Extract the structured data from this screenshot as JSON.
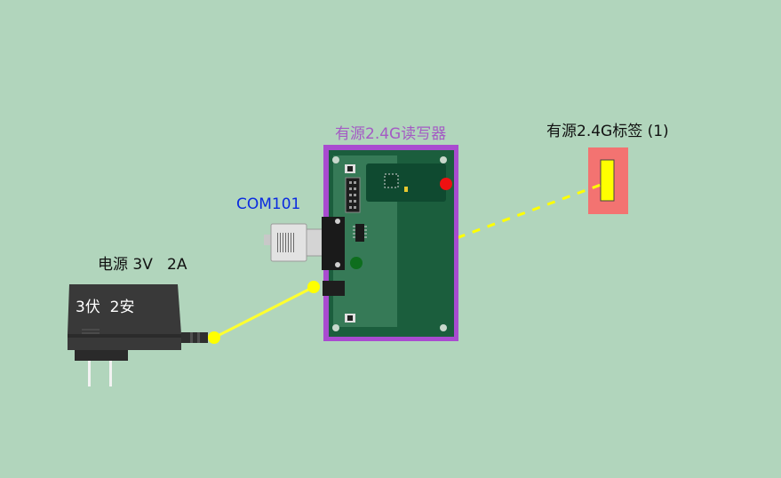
{
  "reader": {
    "label": "有源2.4G读写器",
    "label_color": "#a45bc4",
    "frame_color": "#a94bd0",
    "board_color": "#1b5e3d",
    "led_red": "#ee1111",
    "led_green": "#0e6e1e"
  },
  "tag": {
    "label": "有源2.4G标签 (1)",
    "body_color": "#f37371",
    "indicator_color": "#ffff00"
  },
  "com_port": {
    "label": "COM101",
    "label_color": "#0a2be0"
  },
  "power_supply": {
    "label": "电源 3V   2A",
    "body_text": "3伏  2安"
  },
  "connections": {
    "power_cable_color": "#ffff2e",
    "wireless_link_color": "#ffff00"
  }
}
